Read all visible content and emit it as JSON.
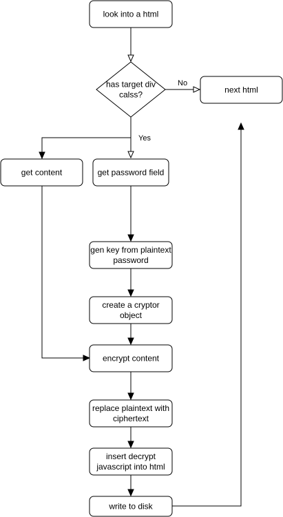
{
  "nodes": {
    "start": {
      "lines": [
        "look into a html"
      ]
    },
    "decision": {
      "lines": [
        "has target div",
        "calss?"
      ]
    },
    "next_html": {
      "lines": [
        "next html"
      ]
    },
    "get_content": {
      "lines": [
        "get content"
      ]
    },
    "get_password": {
      "lines": [
        "get password field"
      ]
    },
    "gen_key": {
      "lines": [
        "gen key from plaintext",
        "password"
      ]
    },
    "create_cryptor": {
      "lines": [
        "create a cryptor",
        "object"
      ]
    },
    "encrypt": {
      "lines": [
        "encrypt content"
      ]
    },
    "replace": {
      "lines": [
        "replace plaintext with",
        "ciphertext"
      ]
    },
    "insert_js": {
      "lines": [
        "insert decrypt",
        "javascript into html"
      ]
    },
    "write_disk": {
      "lines": [
        "write to disk"
      ]
    }
  },
  "edges": {
    "no_label": "No",
    "yes_label": "Yes"
  }
}
